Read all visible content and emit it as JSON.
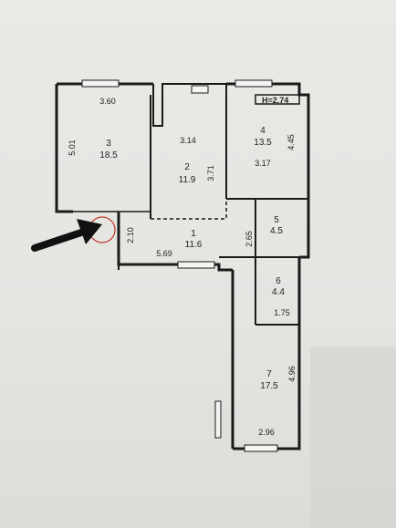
{
  "plan": {
    "height_label": "H=2.74",
    "rooms": [
      {
        "id": "1",
        "number": "1",
        "area": "11.6"
      },
      {
        "id": "2",
        "number": "2",
        "area": "11.9"
      },
      {
        "id": "3",
        "number": "3",
        "area": "18.5"
      },
      {
        "id": "4",
        "number": "4",
        "area": "13.5"
      },
      {
        "id": "5",
        "number": "5",
        "area": "4.5"
      },
      {
        "id": "6",
        "number": "6",
        "area": "4.4"
      },
      {
        "id": "7",
        "number": "7",
        "area": "17.5"
      }
    ],
    "dimensions": {
      "d_3_60": "3.60",
      "d_5_01": "5.01",
      "d_3_14": "3.14",
      "d_3_71": "3.71",
      "d_4_45": "4.45",
      "d_3_17": "3.17",
      "d_2_10": "2.10",
      "d_5_69": "5.69",
      "d_2_65": "2.65",
      "d_1_75": "1.75",
      "d_4_96": "4.96",
      "d_2_96": "2.96"
    }
  },
  "colors": {
    "wall": "#1a1a1a",
    "arrow": "#111111",
    "mark": "#c0392b"
  }
}
